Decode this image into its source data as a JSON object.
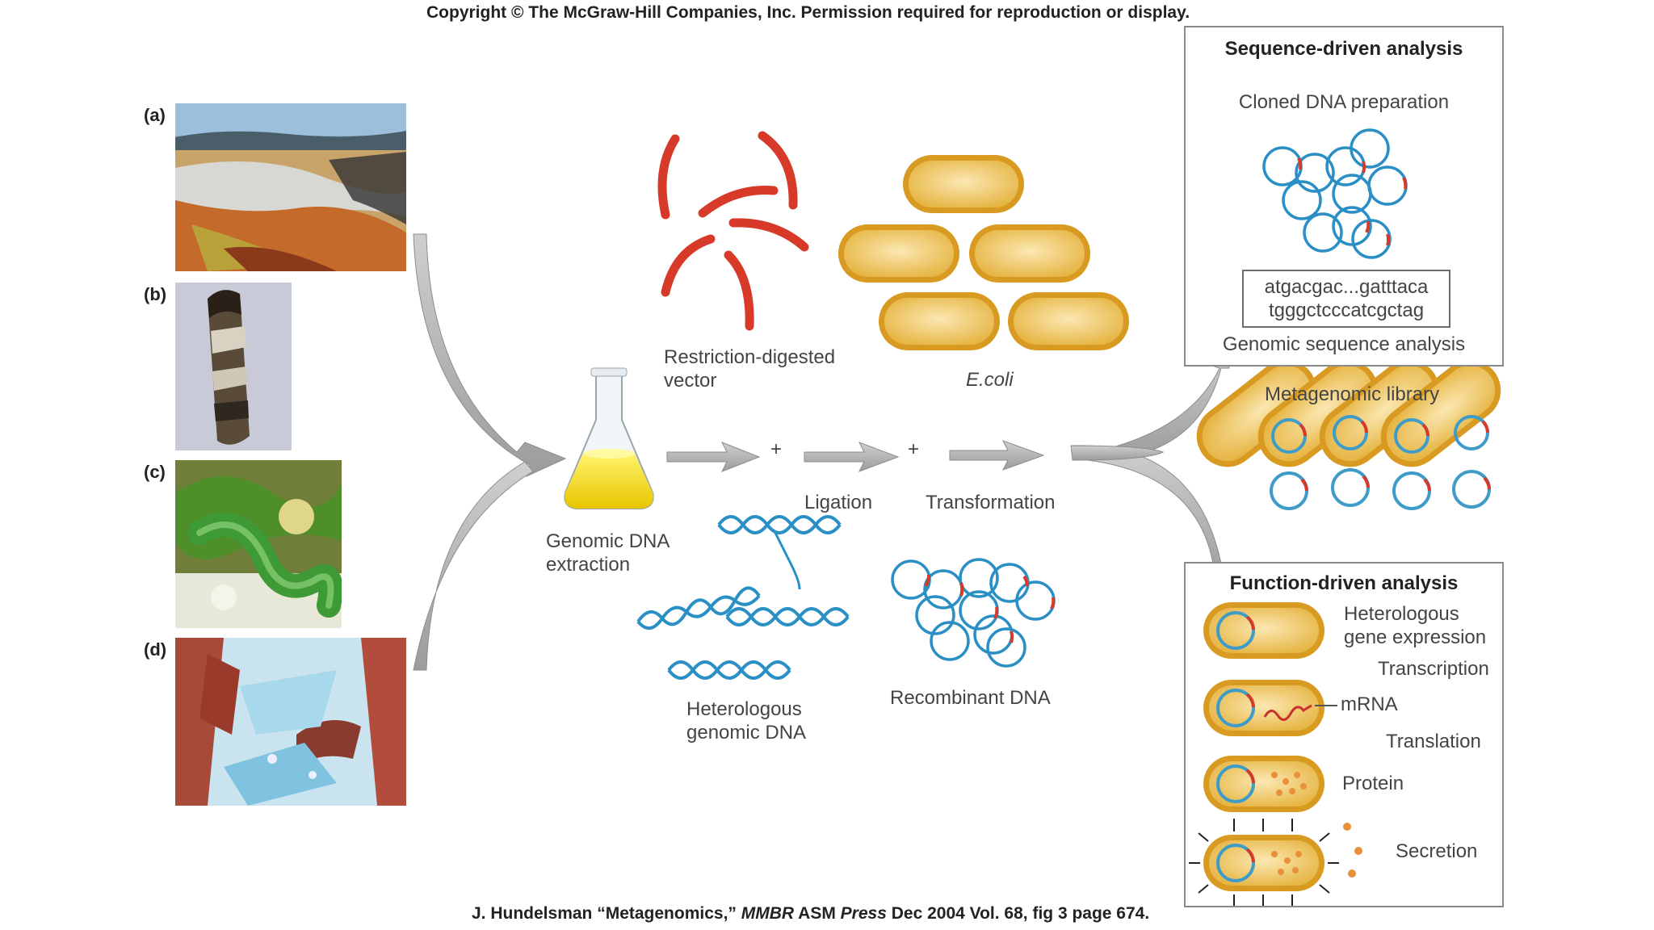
{
  "header": {
    "copyright": "Copyright © The McGraw-Hill Companies, Inc. Permission required for reproduction or display."
  },
  "footer": {
    "p1": "J. Hundelsman “Metagenomics,”",
    "journal": "MMBR",
    "p2": "ASM",
    "press": "Press",
    "p3": "Dec 2004 Vol. 68, fig 3 page 674."
  },
  "samples": {
    "a": "(a)",
    "b": "(b)",
    "c": "(c)",
    "d": "(d)"
  },
  "steps": {
    "extraction": [
      "Genomic DNA",
      "extraction"
    ],
    "vector": [
      "Restriction-digested",
      "vector"
    ],
    "ecoli": "E.coli",
    "ligation": "Ligation",
    "transformation": "Transformation",
    "plus": "+",
    "hetero_dna": [
      "Heterologous",
      "genomic DNA"
    ],
    "recombinant": "Recombinant DNA",
    "library": "Metagenomic library"
  },
  "sequence_panel": {
    "title": "Sequence-driven analysis",
    "cloned": "Cloned DNA preparation",
    "seq_line1": "atgacgac...gatttaca",
    "seq_line2": "tgggctcccatcgctag",
    "genomic": "Genomic sequence analysis"
  },
  "function_panel": {
    "title": "Function-driven analysis",
    "hetero": [
      "Heterologous",
      "gene expression"
    ],
    "transcription": "Transcription",
    "mrna": "mRNA",
    "translation": "Translation",
    "protein": "Protein",
    "secretion": "Secretion"
  },
  "colors": {
    "cell_gold": "#e8b53a",
    "vector_red": "#d83a2a",
    "dna_blue": "#2a8fc4",
    "arrow_gray": "#a9a9a9"
  }
}
